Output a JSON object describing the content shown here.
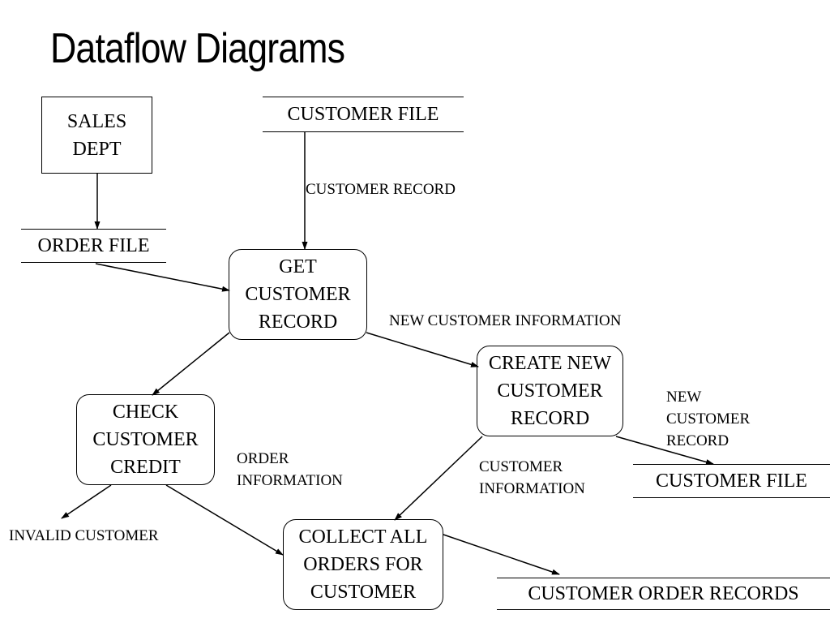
{
  "title": "Dataflow Diagrams",
  "entities": {
    "sales_dept": "SALES\nDEPT"
  },
  "processes": {
    "get_customer_record": "GET\nCUSTOMER\nRECORD",
    "check_customer_credit": "CHECK\nCUSTOMER\nCREDIT",
    "create_new_customer_record": "CREATE NEW\nCUSTOMER\nRECORD",
    "collect_all_orders": "COLLECT ALL\nORDERS FOR\nCUSTOMER"
  },
  "stores": {
    "customer_file_top": "CUSTOMER FILE",
    "order_file": "ORDER FILE",
    "customer_file_right": "CUSTOMER FILE",
    "customer_order_records": "CUSTOMER ORDER RECORDS"
  },
  "flows": {
    "customer_record": "CUSTOMER RECORD",
    "new_customer_information": "NEW CUSTOMER INFORMATION",
    "new_customer_record": "NEW\nCUSTOMER\nRECORD",
    "order_information": "ORDER\nINFORMATION",
    "customer_information": "CUSTOMER\nINFORMATION",
    "invalid_customer": "INVALID CUSTOMER"
  }
}
